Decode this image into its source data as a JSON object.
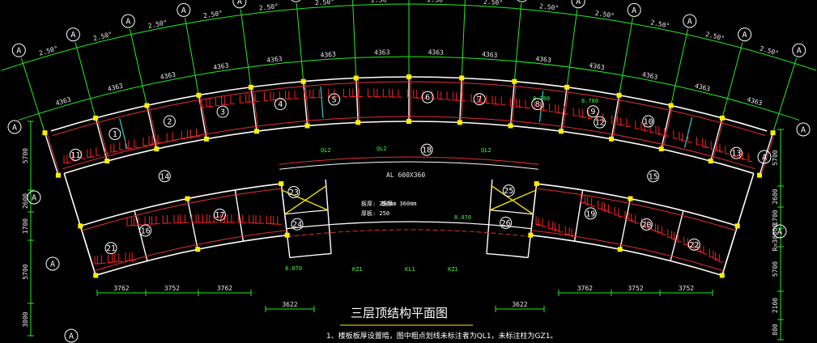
{
  "colors": {
    "background": "#000000",
    "dimension": "#22ee22",
    "wall": "#ffffff",
    "beam": "#e03030",
    "column": "#ffee00",
    "window": "#33cccc",
    "rebar": "#ff2222",
    "bubble": "#ffffff",
    "brace": "#ffee00"
  },
  "axis_bubble_label": "A",
  "top_angles": [
    "2.50°",
    "2.50°",
    "2.50°",
    "2.50°",
    "2.50°",
    "2.50°",
    "2.50°",
    "2.50°",
    "2.50°",
    "2.50°",
    "2.50°",
    "2.50°",
    "2.50°",
    "2.50°"
  ],
  "top_spans": [
    "4363",
    "4363",
    "4363",
    "4363",
    "4363",
    "4363",
    "4363",
    "4363",
    "4363",
    "4363",
    "4363",
    "4363",
    "4363",
    "4363"
  ],
  "left_dims": [
    "5700",
    "2600",
    "1700",
    "5700",
    "3000"
  ],
  "right_dims": [
    "5700",
    "2600",
    "1700",
    "R=30000",
    "5700",
    "2100",
    "800"
  ],
  "bottom_dims": [
    "3762",
    "3752",
    "3762",
    "3762",
    "3752",
    "3752"
  ],
  "bay_dims": [
    "3622",
    "3622"
  ],
  "rooms": [
    "1",
    "2",
    "3",
    "4",
    "5",
    "6",
    "7",
    "8",
    "9",
    "10",
    "11",
    "12",
    "13",
    "14",
    "15",
    "16",
    "17",
    "18",
    "19",
    "20",
    "21",
    "22",
    "23",
    "24",
    "25",
    "26"
  ],
  "labels": {
    "beam_arc": "AL 600X360",
    "thick1": "板厚: 250mm",
    "thick2": "板厚: 360mm",
    "thick3": "厚板: 250",
    "elev_a": "8.780",
    "elev_b": "8.780",
    "elev_c": "8.070",
    "elev_d": "8.070",
    "ql_left": "QL2",
    "ql_mid": "QL2",
    "ql_right": "QL2",
    "kz_left": "KZ1",
    "kz_right": "KZ1",
    "kl1": "KL1"
  },
  "title": "三层顶结构平面图",
  "note": "1、楼板板厚设置暗，图中粗点划线未标注者为QL1，未标注柱为GZ1。"
}
